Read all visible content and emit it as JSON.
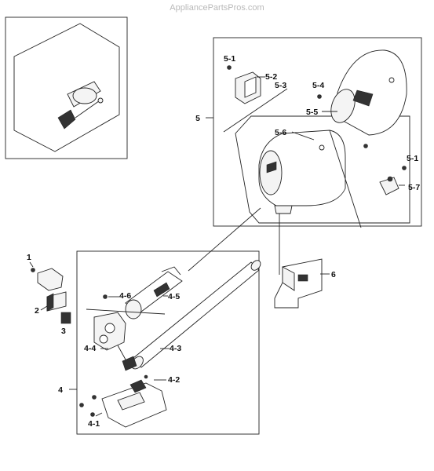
{
  "watermark": "AppliancePartsPros.com",
  "labels": {
    "p1": "1",
    "p2": "2",
    "p3": "3",
    "p4": "4",
    "p4_1": "4-1",
    "p4_2": "4-2",
    "p4_3": "4-3",
    "p4_4": "4-4",
    "p4_5": "4-5",
    "p4_6": "4-6",
    "p5": "5",
    "p5_1a": "5-1",
    "p5_1b": "5-1",
    "p5_2": "5-2",
    "p5_3": "5-3",
    "p5_4": "5-4",
    "p5_5": "5-5",
    "p5_6": "5-6",
    "p5_7": "5-7",
    "p6": "6"
  },
  "colors": {
    "ink": "#222222",
    "watermark": "#b9b9b9",
    "background": "#ffffff"
  }
}
